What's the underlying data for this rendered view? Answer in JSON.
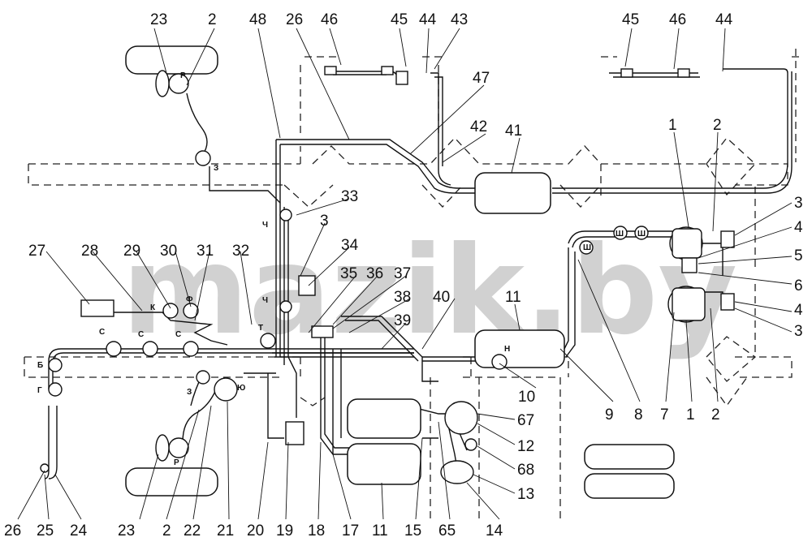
{
  "watermark": "mazik.by",
  "callouts": [
    "23",
    "2",
    "48",
    "26",
    "46",
    "45",
    "44",
    "43",
    "45",
    "46",
    "44",
    "47",
    "42",
    "41",
    "1",
    "2",
    "3",
    "4",
    "5",
    "6",
    "4",
    "3",
    "33",
    "3",
    "34",
    "35",
    "36",
    "37",
    "38",
    "39",
    "40",
    "11",
    "27",
    "28",
    "29",
    "30",
    "31",
    "32",
    "11",
    "10",
    "9",
    "8",
    "7",
    "1",
    "2",
    "67",
    "12",
    "68",
    "13",
    "14",
    "26",
    "25",
    "24",
    "23",
    "2",
    "22",
    "21",
    "20",
    "19",
    "18",
    "17",
    "11",
    "15",
    "65"
  ],
  "valve_letters": [
    "Р",
    "З",
    "Ч",
    "Ч",
    "Ш",
    "Ш",
    "Ш",
    "К",
    "Ф",
    "С",
    "С",
    "С",
    "Т",
    "Б",
    "Г",
    "З",
    "Ю",
    "Р",
    "Н"
  ],
  "colors": {
    "line": "#111111",
    "frame": "#222222",
    "watermark": "#9a9a9a"
  }
}
